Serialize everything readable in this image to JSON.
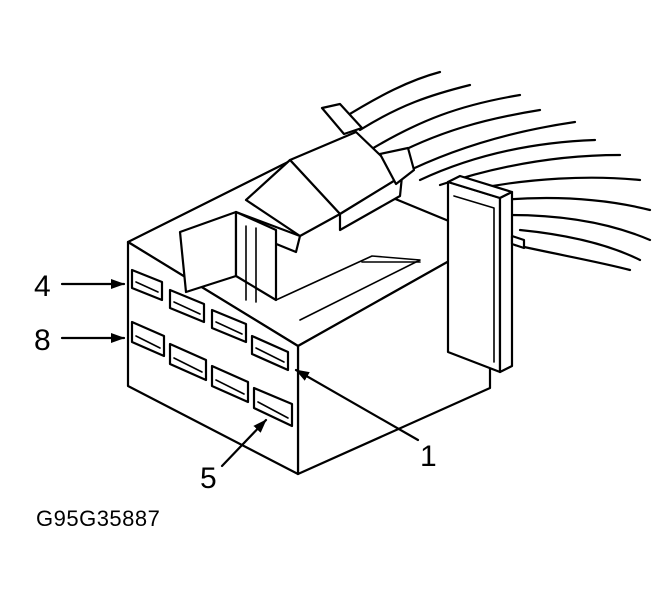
{
  "figure": {
    "id_label": "G95G35887"
  },
  "callouts": [
    {
      "key": "pin_4",
      "label": "4"
    },
    {
      "key": "pin_8",
      "label": "8"
    },
    {
      "key": "pin_1",
      "label": "1"
    },
    {
      "key": "pin_5",
      "label": "5"
    }
  ],
  "colors": {
    "line": "#000000",
    "background": "#ffffff"
  }
}
